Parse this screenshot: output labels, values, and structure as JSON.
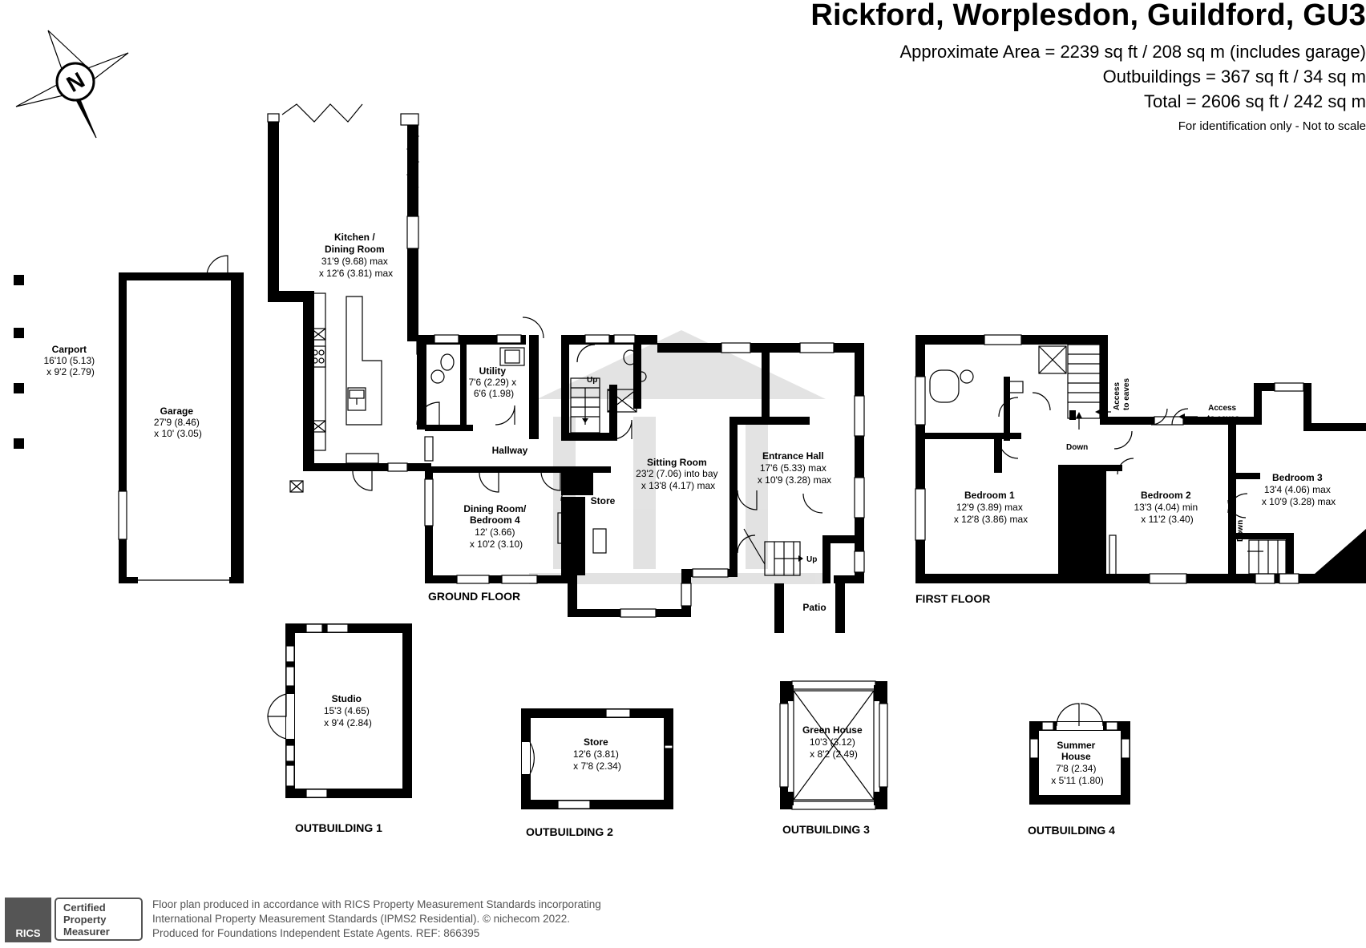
{
  "header": {
    "title": "Rickford, Worplesdon, Guildford, GU3",
    "area_lines": [
      "Approximate Area = 2239 sq ft / 208 sq m (includes garage)",
      "Outbuildings = 367 sq ft / 34 sq m",
      "Total = 2606 sq ft / 242 sq m"
    ],
    "note": "For identification only - Not to scale"
  },
  "compass": {
    "label": "N",
    "icon": "compass-north-icon"
  },
  "rooms": {
    "kitchen": {
      "name": [
        "Kitchen /",
        "Dining Room"
      ],
      "dims": [
        "31'9 (9.68) max",
        "x 12'6 (3.81) max"
      ]
    },
    "carport": {
      "name": [
        "Carport"
      ],
      "dims": [
        "16'10 (5.13)",
        "x 9'2 (2.79)"
      ]
    },
    "garage": {
      "name": [
        "Garage"
      ],
      "dims": [
        "27'9 (8.46)",
        "x 10' (3.05)"
      ]
    },
    "utility": {
      "name": [
        "Utility"
      ],
      "dims": [
        "7'6 (2.29) x",
        "6'6 (1.98)"
      ]
    },
    "hallway": {
      "name": [
        "Hallway"
      ],
      "dims": []
    },
    "sitting": {
      "name": [
        "Sitting Room"
      ],
      "dims": [
        "23'2 (7.06) into bay",
        "x 13'8 (4.17) max"
      ]
    },
    "entrance": {
      "name": [
        "Entrance Hall"
      ],
      "dims": [
        "17'6 (5.33) max",
        "x 10'9 (3.28) max"
      ]
    },
    "dining": {
      "name": [
        "Dining Room/",
        "Bedroom 4"
      ],
      "dims": [
        "12' (3.66)",
        "x 10'2 (3.10)"
      ]
    },
    "store_gf": {
      "name": [
        "Store"
      ],
      "dims": []
    },
    "patio": {
      "name": [
        "Patio"
      ],
      "dims": []
    },
    "bedroom1": {
      "name": [
        "Bedroom 1"
      ],
      "dims": [
        "12'9 (3.89) max",
        "x 12'8 (3.86) max"
      ]
    },
    "bedroom2": {
      "name": [
        "Bedroom 2"
      ],
      "dims": [
        "13'3 (4.04) min",
        "x 11'2 (3.40)"
      ]
    },
    "bedroom3": {
      "name": [
        "Bedroom 3"
      ],
      "dims": [
        "13'4 (4.06) max",
        "x 10'9 (3.28) max"
      ]
    },
    "studio": {
      "name": [
        "Studio"
      ],
      "dims": [
        "15'3 (4.65)",
        "x 9'4 (2.84)"
      ]
    },
    "store_out": {
      "name": [
        "Store"
      ],
      "dims": [
        "12'6 (3.81)",
        "x 7'8 (2.34)"
      ]
    },
    "greenhouse": {
      "name": [
        "Green House"
      ],
      "dims": [
        "10'3 (3.12)",
        "x 8'2 (2.49)"
      ]
    },
    "summerhouse": {
      "name": [
        "Summer",
        "House"
      ],
      "dims": [
        "7'8 (2.34)",
        "x 5'11 (1.80)"
      ]
    }
  },
  "markers": {
    "up1": "Up",
    "up2": "Up",
    "down1": "Down",
    "down2": "Down",
    "access1": [
      "Access",
      "to eaves"
    ],
    "access2": [
      "Access",
      "to eaves"
    ]
  },
  "floor_labels": {
    "ground": "GROUND FLOOR",
    "first": "FIRST FLOOR",
    "out1": "OUTBUILDING 1",
    "out2": "OUTBUILDING 2",
    "out3": "OUTBUILDING 3",
    "out4": "OUTBUILDING 4"
  },
  "footer": {
    "lines": [
      "Floor plan produced in accordance with RICS Property Measurement Standards incorporating",
      "International Property Measurement Standards (IPMS2 Residential).  © nichecom 2022.",
      "Produced for Foundations Independent Estate Agents.   REF:  866395"
    ],
    "badge_logo": "RICS",
    "badge_text": [
      "Certified",
      "Property",
      "Measurer"
    ]
  },
  "colors": {
    "walls": "#000000",
    "watermark": "#d9d9d9",
    "footer_text": "#555555"
  }
}
